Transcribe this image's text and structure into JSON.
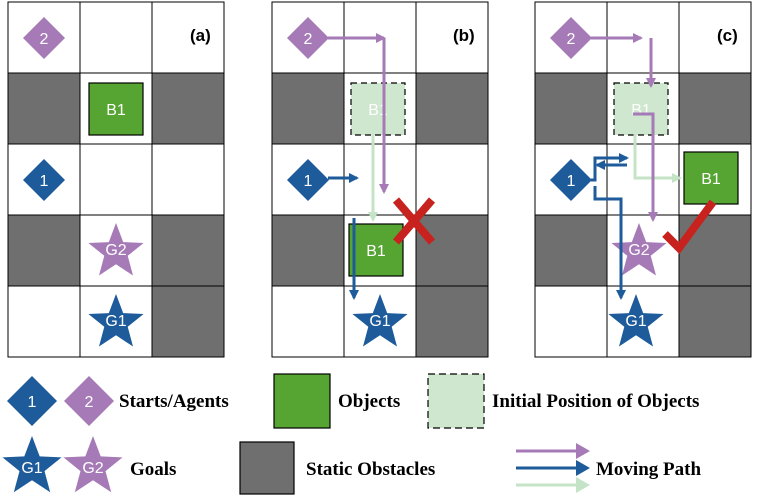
{
  "panels": [
    {
      "label": "(a)"
    },
    {
      "label": "(b)"
    },
    {
      "label": "(c)"
    }
  ],
  "markers": {
    "agent1": "1",
    "agent2": "2",
    "object": "B1",
    "goal1": "G1",
    "goal2": "G2"
  },
  "legend": {
    "starts_agents": "Starts/Agents",
    "objects": "Objects",
    "initial_position": "Initial Position of Objects",
    "goals": "Goals",
    "static_obstacles": "Static Obstacles",
    "moving_path": "Moving Path"
  },
  "colors": {
    "obstacle": "#6f6f6f",
    "object_green": "#56a532",
    "object_initial": "#cfe6cf",
    "agent1_blue": "#1e5b9b",
    "agent2_purple": "#a67ab7",
    "path_light_green": "#c5e3c6",
    "fail_red": "#c8221e"
  },
  "icons": {
    "fail": "cross-icon",
    "success": "check-icon"
  }
}
